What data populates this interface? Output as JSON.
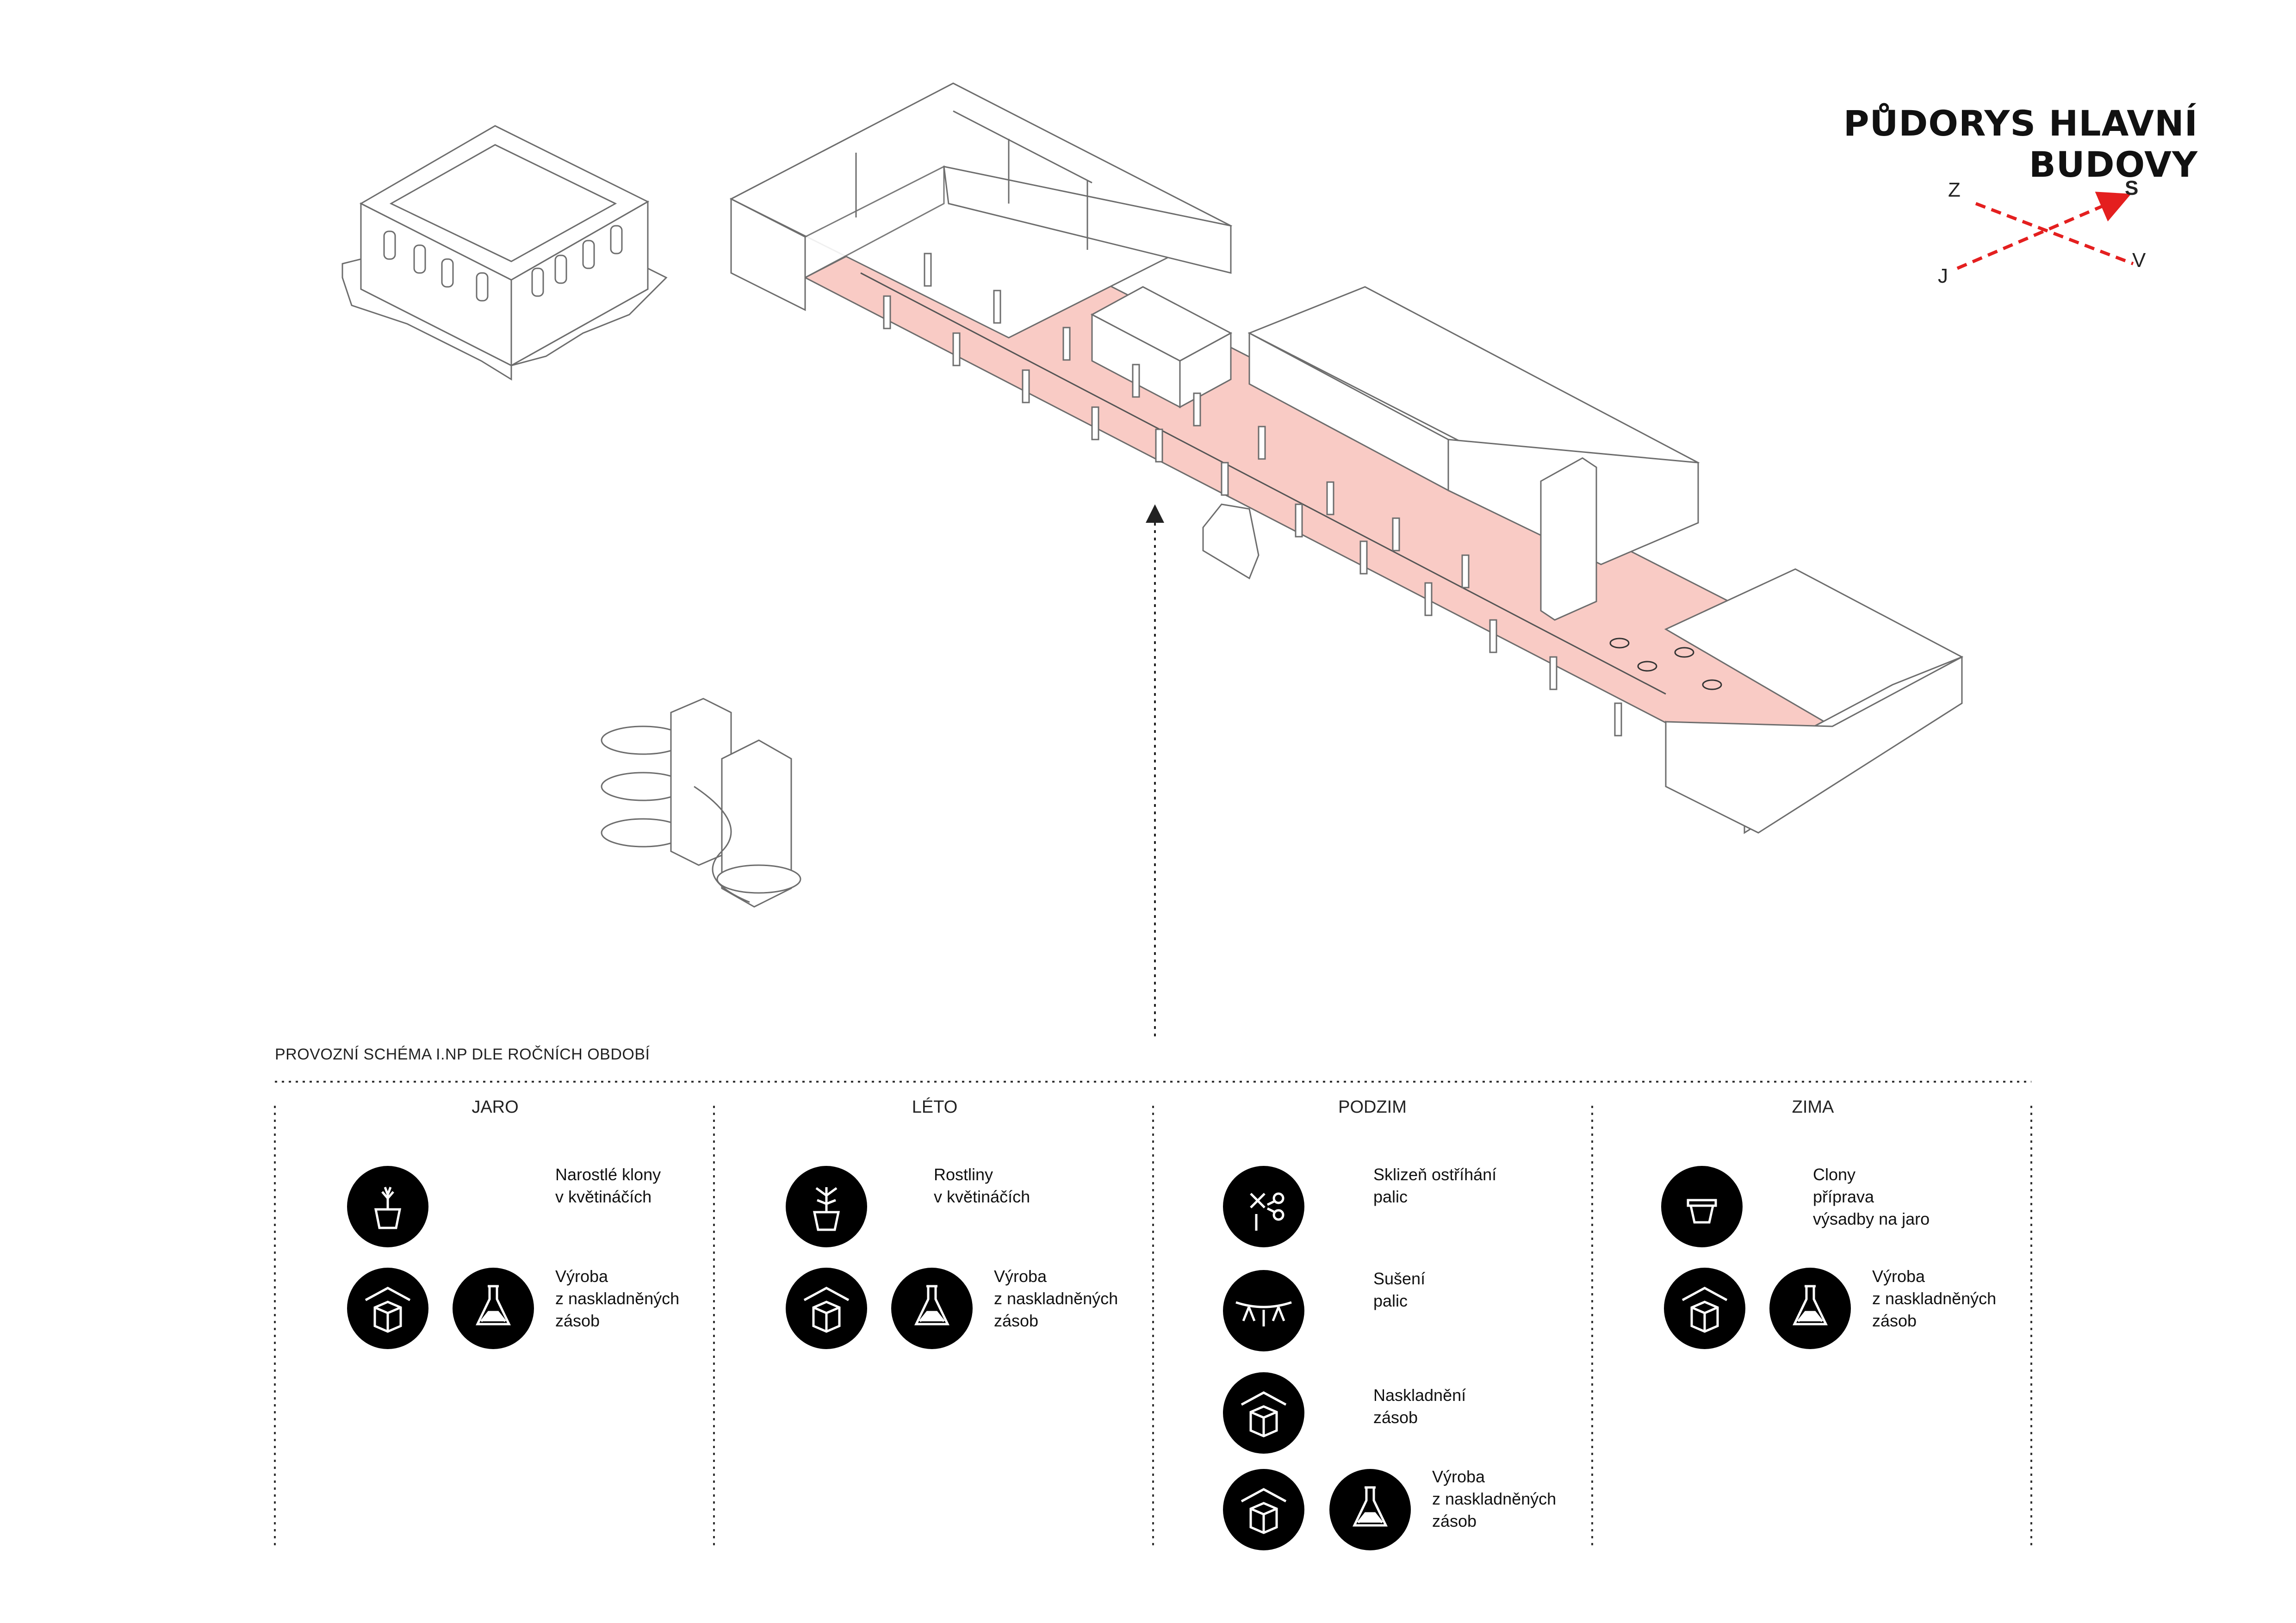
{
  "title": "PŮDORYS HLAVNÍ BUDOVY",
  "compass": {
    "z": "Z",
    "s": "S",
    "j": "J",
    "v": "V",
    "arrow_color": "#e41f1f"
  },
  "schema_title": "PROVOZNÍ SCHÉMA I.NP DLE ROČNÍCH OBDOBÍ",
  "colors": {
    "hall_fill": "#f9cbc5",
    "line": "#6d6d6d",
    "icon_bg": "#000000"
  },
  "seasons": [
    {
      "name": "JARO",
      "rows": [
        {
          "icons": [
            "sprout-pot-icon"
          ],
          "text": "Narostlé klony\nv květináčích"
        },
        {
          "icons": [
            "storage-box-icon",
            "flask-icon"
          ],
          "text": "Výroba\nz naskladněných\nzásob"
        }
      ]
    },
    {
      "name": "LÉTO",
      "rows": [
        {
          "icons": [
            "plant-pot-icon"
          ],
          "text": "Rostliny\nv květináčích"
        },
        {
          "icons": [
            "storage-box-icon",
            "flask-icon"
          ],
          "text": "Výroba\nz naskladněných\nzásob"
        }
      ]
    },
    {
      "name": "PODZIM",
      "rows": [
        {
          "icons": [
            "harvest-scissors-icon"
          ],
          "text": "Sklizeň ostříhání\npalic"
        },
        {
          "icons": [
            "drying-line-icon"
          ],
          "text": "Sušení\npalic"
        },
        {
          "icons": [
            "storage-box-icon"
          ],
          "text": "Naskladnění\nzásob"
        },
        {
          "icons": [
            "storage-box-icon",
            "flask-icon"
          ],
          "text": "Výroba\nz naskladněných\nzásob"
        }
      ]
    },
    {
      "name": "ZIMA",
      "rows": [
        {
          "icons": [
            "empty-pot-icon"
          ],
          "text": "Clony\npříprava\nvýsadby na jaro"
        },
        {
          "icons": [
            "storage-box-icon",
            "flask-icon"
          ],
          "text": "Výroba\nz naskladněných\nzásob"
        }
      ]
    }
  ]
}
